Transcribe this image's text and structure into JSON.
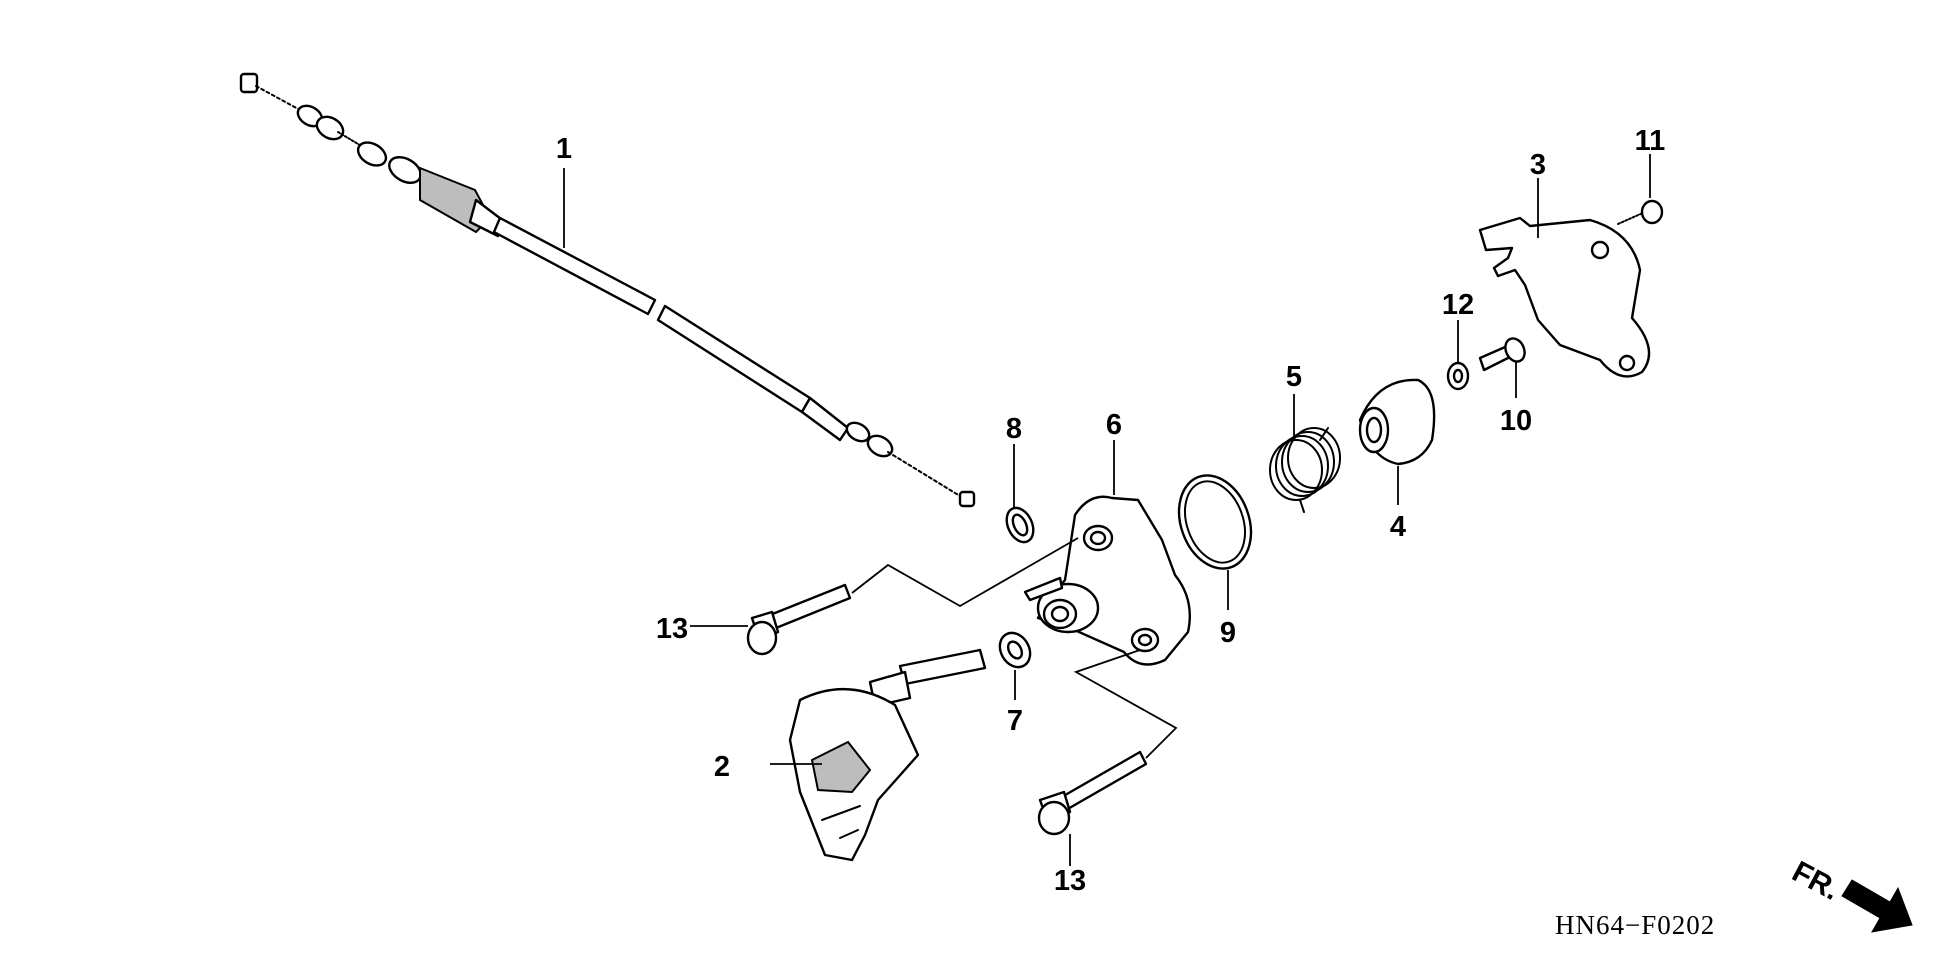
{
  "diagram": {
    "drawing_code": "HN64−F0202",
    "direction_label": "FR.",
    "callouts": {
      "p1": "1",
      "p2": "2",
      "p3": "3",
      "p4": "4",
      "p5": "5",
      "p6": "6",
      "p7": "7",
      "p8": "8",
      "p9": "9",
      "p10": "10",
      "p11": "11",
      "p12": "12",
      "p13a": "13",
      "p13b": "13"
    }
  }
}
